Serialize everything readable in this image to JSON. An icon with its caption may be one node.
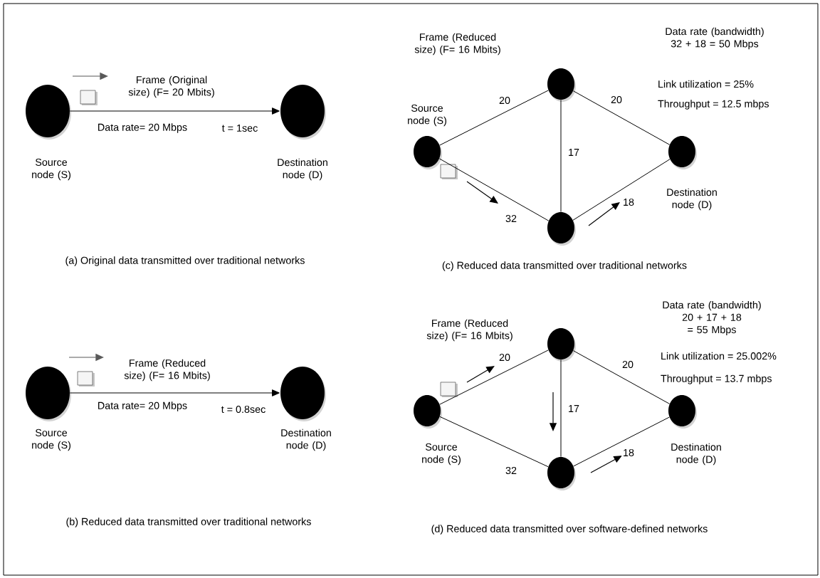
{
  "diagram": {
    "nodes": [
      {
        "text": [
          "Source node (S)"
        ]
      },
      {
        "text": [
          "Destination node (D)"
        ]
      },
      {
        "text": [
          "Source node (S)"
        ]
      },
      {
        "text": [],
        "shape": "circle"
      },
      {
        "text": [],
        "shape": "circle"
      },
      {
        "text": [
          "Destination node (D)"
        ]
      },
      {
        "text": [
          "Source node (S)"
        ]
      },
      {
        "text": [
          "Destination node (D)"
        ]
      },
      {
        "text": [
          "Source node (S)"
        ]
      },
      {
        "text": [],
        "shape": "circle"
      },
      {
        "text": [],
        "shape": "circle"
      },
      {
        "text": [
          "Destination node (D)"
        ]
      }
    ],
    "edges": [
      {
        "from": 0,
        "to": 1,
        "arrow": "to"
      },
      {
        "from": 2,
        "to": 3,
        "arrow": "none",
        "label": "20"
      },
      {
        "from": 3,
        "to": 5,
        "arrow": "none",
        "label": "20"
      },
      {
        "from": 3,
        "to": 4,
        "arrow": "none",
        "label": "17"
      },
      {
        "from": 2,
        "to": 4,
        "arrow": "none",
        "label": "32"
      },
      {
        "from": 4,
        "to": 5,
        "arrow": "none",
        "label": "18"
      },
      {
        "from": 6,
        "to": 7,
        "arrow": "to"
      },
      {
        "from": 8,
        "to": 9,
        "arrow": "none",
        "label": "20"
      },
      {
        "from": 9,
        "to": 11,
        "arrow": "none",
        "label": "20"
      },
      {
        "from": 9,
        "to": 10,
        "arrow": "none",
        "label": "17"
      },
      {
        "from": 8,
        "to": 10,
        "arrow": "none",
        "label": "32"
      },
      {
        "from": 10,
        "to": 11,
        "arrow": "none",
        "label": "18"
      }
    ],
    "labels": [
      "Frame (Original size) (F= 20 Mbits)",
      "Data rate= 20 Mbps",
      "t = 1sec",
      "(a) Original data transmitted over traditional networks",
      "Frame (Reduced size) (F= 16 Mbits)",
      "Data rate (bandwidth) 32 + 18 = 50 Mbps",
      "Link utilization = 25%",
      "Throughput = 12.5 mbps",
      "(c) Reduced data transmitted over traditional networks",
      "Frame (Reduced size) (F= 16 Mbits)",
      "Data rate= 20 Mbps",
      "t = 0.8sec",
      "(b) Reduced data transmitted over traditional networks",
      "Frame (Reduced size) (F= 16 Mbits)",
      "Data rate (bandwidth) 20 + 17 + 18 = 55 Mbps",
      "Link utilization = 25.002%",
      "Throughput = 13.7 mbps",
      "(d) Reduced data transmitted over software-defined networks"
    ]
  }
}
